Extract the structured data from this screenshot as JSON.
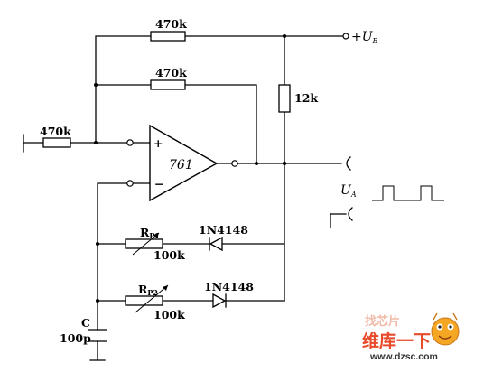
{
  "diagram": {
    "resistor_top": "470k",
    "resistor_feedback": "470k",
    "resistor_input": "470k",
    "resistor_pullup": "12k",
    "opamp_label": "761",
    "plus_sign": "+",
    "minus_sign": "−",
    "supply_label": "+U",
    "supply_sub": "B",
    "output_label": "U",
    "output_sub": "A",
    "rp1_label": "R",
    "rp1_sub": "P1",
    "rp1_value": "100k",
    "rp2_label": "R",
    "rp2_sub": "P2",
    "rp2_value": "100k",
    "diode1_label": "1N4148",
    "diode2_label": "1N4148",
    "capacitor_label": "C",
    "capacitor_value": "100p"
  },
  "watermark": {
    "top_text": "找芯片",
    "main_text": "维库一下",
    "url": "www.dzsc.com"
  },
  "colors": {
    "ink": "#000000",
    "watermark_red": "#e84a2a",
    "watermark_orange": "#f5a623"
  }
}
